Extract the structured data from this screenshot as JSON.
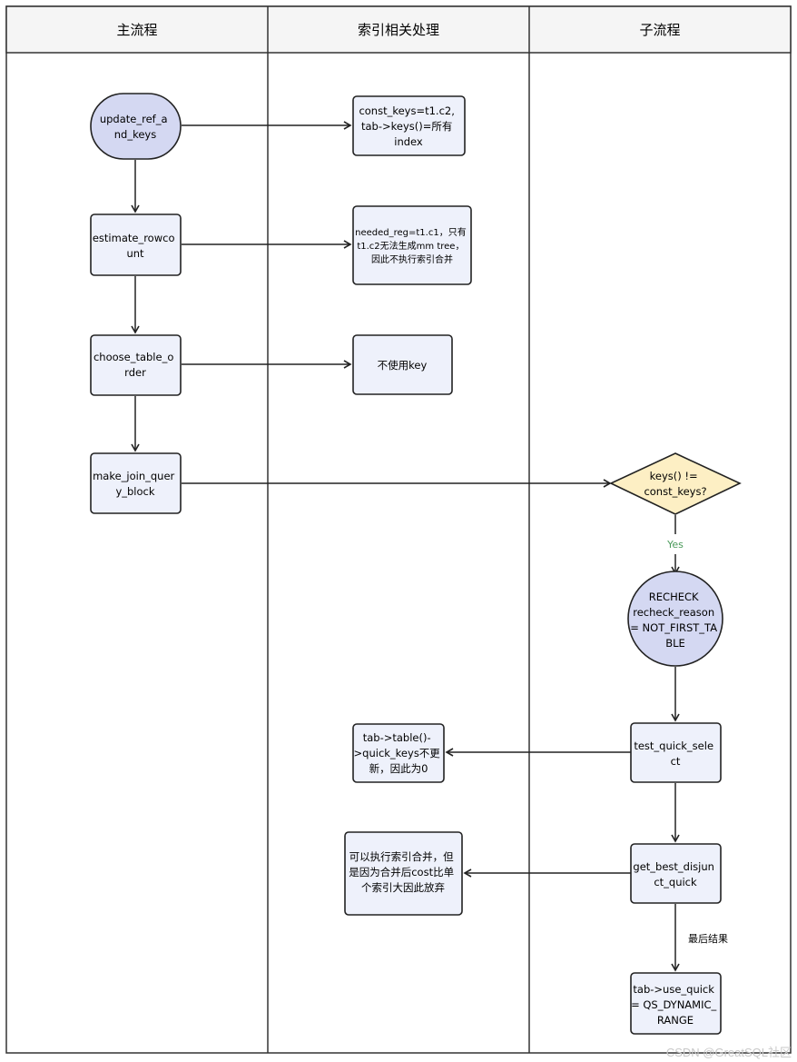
{
  "lanes": [
    {
      "title": "主流程"
    },
    {
      "title": "索引相关处理"
    },
    {
      "title": "子流程"
    }
  ],
  "main": {
    "update_ref": [
      "update_ref_a",
      "nd_keys"
    ],
    "estimate": [
      "estimate_rowco",
      "unt"
    ],
    "choose": [
      "choose_table_o",
      "rder"
    ],
    "make_join": [
      "make_join_quer",
      "y_block"
    ]
  },
  "index": {
    "const_keys": [
      "const_keys=t1.c2,",
      "tab->keys()=所有",
      "index"
    ],
    "needed_reg": [
      "needed_reg=t1.c1，只有",
      "t1.c2无法生成mm tree，",
      "因此不执行索引合并"
    ],
    "no_key": [
      "不使用key"
    ],
    "quick_keys": [
      "tab->table()-",
      ">quick_keys不更",
      "新，因此为0"
    ],
    "merge": [
      "可以执行索引合并，但",
      "是因为合并后cost比单",
      "个索引大因此放弃"
    ]
  },
  "sub": {
    "decision": [
      "keys() !=",
      "const_keys?"
    ],
    "yes_label": "Yes",
    "recheck": [
      "RECHECK",
      "recheck_reason",
      "= NOT_FIRST_TA",
      "BLE"
    ],
    "test_quick": [
      "test_quick_sele",
      "ct"
    ],
    "best_disjunct": [
      "get_best_disjun",
      "ct_quick"
    ],
    "final_label": "最后结果",
    "use_quick": [
      "tab->use_quick",
      "= QS_DYNAMIC_",
      "RANGE"
    ]
  },
  "watermark": "CSDN @GreatSQL社区",
  "colors": {
    "rounded_fill": "#d4d8f2",
    "box_fill": "#eef1fb",
    "decision_fill": "#fdefc4",
    "header_fill": "#f5f5f5",
    "stroke": "#222222",
    "yes_color": "#4a9a5a"
  }
}
